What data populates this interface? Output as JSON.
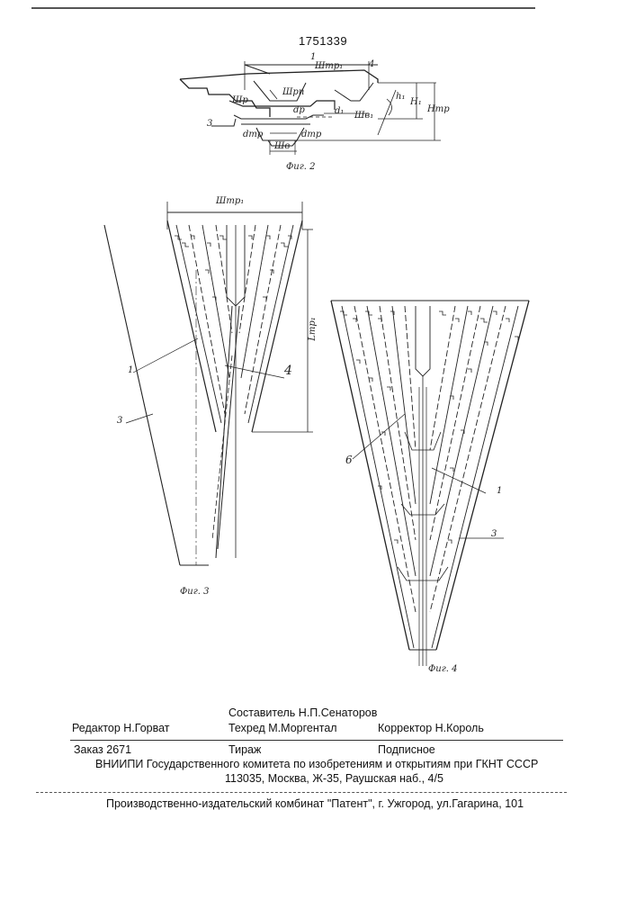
{
  "patent_number": "1751339",
  "fig2": {
    "caption": "Фиг. 2",
    "labels": {
      "sh_tr1": "Штр₁",
      "sh_rp": "Шрп",
      "sh_r": "Шр",
      "sh_v1": "Шв₁",
      "sh_v": "Шв",
      "d_r": "dр",
      "d_1": "d₁",
      "d_tr": "dтр",
      "d_tr2": "dтр",
      "h_1": "h₁",
      "H_1": "H₁",
      "H_tr": "Hтр",
      "ref_1": "1",
      "ref_3": "3",
      "ref_4": "4"
    }
  },
  "fig3": {
    "caption": "Фиг. 3",
    "labels": {
      "sh_tr1": "Штр₁",
      "l_tr1": "Lтр₁",
      "ref_1": "1",
      "ref_3": "3",
      "ref_4": "4"
    }
  },
  "fig4": {
    "caption": "Фиг. 4",
    "labels": {
      "ref_6": "6",
      "ref_1": "1",
      "ref_3": "3"
    }
  },
  "credits": {
    "compiler": "Составитель Н.П.Сенаторов",
    "editor": "Редактор Н.Горват",
    "techred": "Техред М.Моргентал",
    "corrector": "Корректор  Н.Король",
    "order": "Заказ 2671",
    "circulation": "Тираж",
    "subscription": "Подписное",
    "vniipi": "ВНИИПИ Государственного комитета по изобретениям и открытиям при ГКНТ СССР",
    "address": "113035, Москва, Ж-35, Раушская наб., 4/5",
    "publisher": "Производственно-издательский комбинат \"Патент\", г. Ужгород, ул.Гагарина, 101"
  }
}
